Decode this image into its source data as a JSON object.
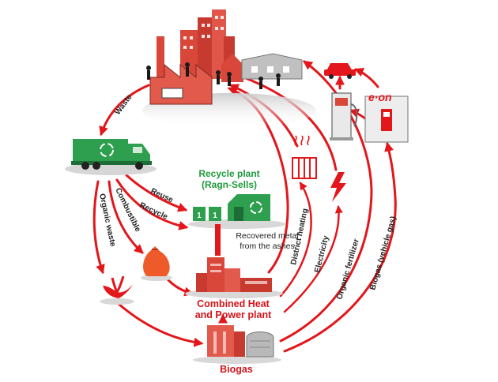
{
  "labels": {
    "waste": "Waste",
    "reuse": "Reuse",
    "recycle": "Recycle",
    "combustible": "Combustible",
    "organic_waste": "Organic waste",
    "recycle_plant_line1": "Recycle plant",
    "recycle_plant_line2": "(Ragn-Sells)",
    "recovered_metal_line1": "Recovered metal",
    "recovered_metal_line2": "from the ashes",
    "chp_line1": "Combined Heat",
    "chp_line2": "and Power plant",
    "biogas": "Biogas",
    "district_heating": "District heating",
    "electricity": "Electricity",
    "organic_fertilizer": "Organic fertilizer",
    "biogas_vehicle_gas": "Biogas (vehicle gas)",
    "logo_eon": "e·on",
    "bin_number": "1"
  },
  "colors": {
    "arrow_red": "#e3161b",
    "label_green": "#1f9a3b",
    "label_red": "#d4141a",
    "brick": "#d9463a",
    "truck_green": "#2e9f4f"
  },
  "icons": [
    "city-icon",
    "truck-icon",
    "recycle-plant-icon",
    "garbage-bag-icon",
    "banana-peel-icon",
    "chp-plant-icon",
    "biogas-plant-icon",
    "radiator-icon",
    "lightning-icon",
    "fuel-pump-icon",
    "eon-station-icon",
    "car-icon",
    "recycle-symbol-icon"
  ]
}
